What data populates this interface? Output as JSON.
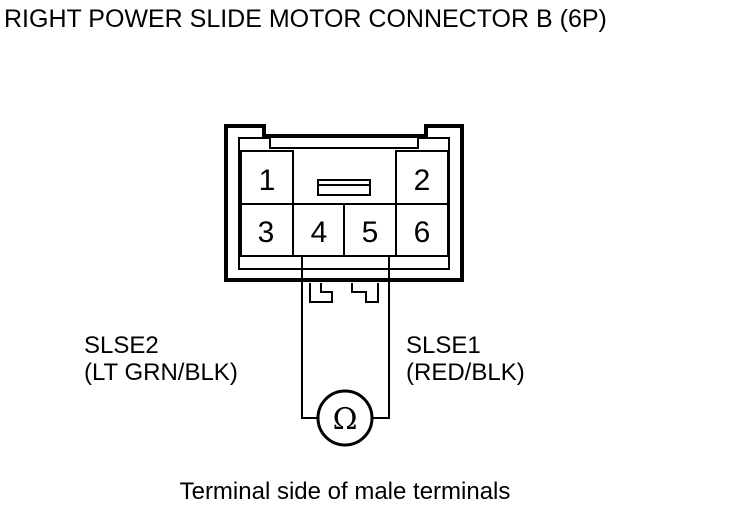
{
  "title": "RIGHT POWER SLIDE MOTOR CONNECTOR B (6P)",
  "caption": "Terminal side of male terminals",
  "terminals": {
    "t1": "1",
    "t2": "2",
    "t3": "3",
    "t4": "4",
    "t5": "5",
    "t6": "6"
  },
  "wires": {
    "left": {
      "signal": "SLSE2",
      "color": "(LT GRN/BLK)"
    },
    "right": {
      "signal": "SLSE1",
      "color": "(RED/BLK)"
    }
  },
  "meter": {
    "symbol": "Ω",
    "icon": "ohmmeter-icon"
  }
}
